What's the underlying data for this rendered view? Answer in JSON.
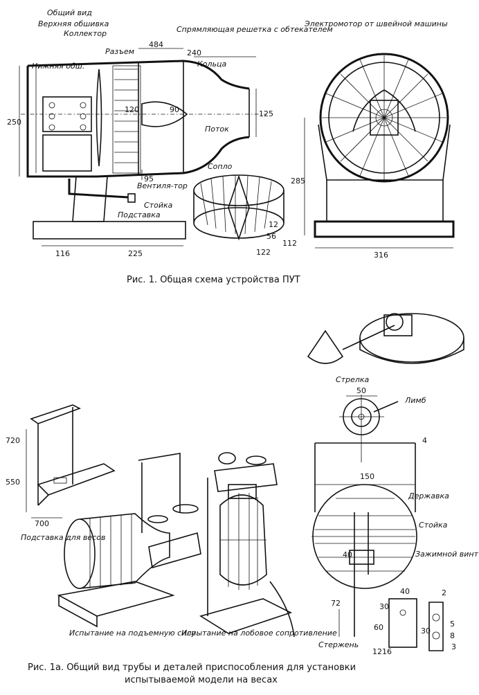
{
  "figure1": {
    "caption": "Рис. 1. Общая схема устройства ПУТ",
    "labels": {
      "general_view": "Общий вид",
      "upper_skin": "Верхняя обшивка",
      "collector": "Коллектор",
      "lower_skin": "Нижняя обш.",
      "joint": "Разъем",
      "grid": "Спрямляющая решетка с обтекателем",
      "rings": "Кольца",
      "flow": "Поток",
      "nozzle": "Сопло",
      "fan": "Вентиля-тор",
      "stand": "Стойка",
      "base": "Подставка",
      "motor": "Электромотор от швейной машины"
    },
    "dims": {
      "d484": "484",
      "d240": "240",
      "d120": "120",
      "d90": "90",
      "d125": "125",
      "d250": "250",
      "d95": "95",
      "d116": "116",
      "d225": "225",
      "d285": "285",
      "d316": "316",
      "d122": "122",
      "d56": "56",
      "d112": "112",
      "d12": "12"
    }
  },
  "figure1a": {
    "caption_line1": "Рис. 1а. Общий вид трубы и деталей приспособления для установки",
    "caption_line2": "испытываемой модели на весах",
    "labels": {
      "scale_stand": "Подставка для весов",
      "lift_test": "Испытание на подъемную силу",
      "drag_test": "Испытание на лобовое сопротивление",
      "pointer": "Стрелка",
      "limb": "Лимб",
      "holder": "Державка",
      "post": "Стойка",
      "clamp_screw": "Зажимной винт",
      "rod": "Стержень"
    },
    "dims": {
      "d720": "720",
      "d550": "550",
      "d700": "700",
      "d50": "50",
      "d150": "150",
      "d40a": "40",
      "d72": "72",
      "d40b": "40",
      "d2": "2",
      "d30a": "30",
      "d60": "60",
      "d30b": "30",
      "d5": "5",
      "d8": "8",
      "d12": "12",
      "d16": "16",
      "d3": "3",
      "d4": "4"
    }
  }
}
